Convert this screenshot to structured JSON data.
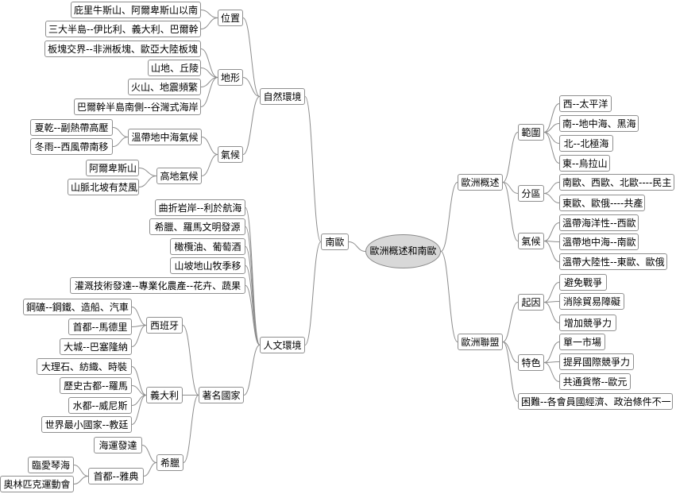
{
  "root": "歐洲概述和南歐",
  "left": [
    {
      "id": "nanou",
      "text": "南歐",
      "children": [
        {
          "id": "ziran",
          "text": "自然環境",
          "children": [
            {
              "id": "weizhi",
              "text": "位置",
              "children": [
                {
                  "id": "wz1",
                  "text": "庇里牛斯山、阿爾卑斯山以南"
                },
                {
                  "id": "wz2",
                  "text": "三大半島--伊比利、義大利、巴爾幹"
                }
              ]
            },
            {
              "id": "dixing",
              "text": "地形",
              "children": [
                {
                  "id": "dx1",
                  "text": "板塊交界--非洲板塊、歐亞大陸板塊"
                },
                {
                  "id": "dx2",
                  "text": "山地、丘陵"
                },
                {
                  "id": "dx3",
                  "text": "火山、地震頻繁"
                },
                {
                  "id": "dx4",
                  "text": "巴爾幹半島南側--谷灣式海岸"
                }
              ]
            },
            {
              "id": "qihou",
              "text": "氣候",
              "children": [
                {
                  "id": "wendai",
                  "text": "溫帶地中海氣候",
                  "children": [
                    {
                      "id": "wd1",
                      "text": "夏乾--副熱帶高壓"
                    },
                    {
                      "id": "wd2",
                      "text": "冬雨--西風帶南移"
                    }
                  ]
                },
                {
                  "id": "gaodi",
                  "text": "高地氣候",
                  "children": [
                    {
                      "id": "gd1",
                      "text": "阿爾卑斯山"
                    },
                    {
                      "id": "gd2",
                      "text": "山脈北坡有焚風"
                    }
                  ]
                }
              ]
            }
          ]
        },
        {
          "id": "renwen",
          "text": "人文環境",
          "children": [
            {
              "id": "rw1",
              "text": "曲折岩岸--利於航海"
            },
            {
              "id": "rw2",
              "text": "希臘、羅馬文明發源"
            },
            {
              "id": "rw3",
              "text": "橄欖油、葡萄酒"
            },
            {
              "id": "rw4",
              "text": "山坡地山牧季移"
            },
            {
              "id": "rw5",
              "text": "灌溉技術發達--專業化農產--花卉、蔬果"
            },
            {
              "id": "zhuming",
              "text": "著名國家",
              "children": [
                {
                  "id": "spain",
                  "text": "西班牙",
                  "children": [
                    {
                      "id": "sp1",
                      "text": "鋼礦--鋼鐵、造船、汽車"
                    },
                    {
                      "id": "sp2",
                      "text": "首都--馬德里"
                    },
                    {
                      "id": "sp3",
                      "text": "大城--巴塞隆納"
                    }
                  ]
                },
                {
                  "id": "italy",
                  "text": "義大利",
                  "children": [
                    {
                      "id": "it1",
                      "text": "大理石、紡織、時裝"
                    },
                    {
                      "id": "it2",
                      "text": "歷史古都--羅馬"
                    },
                    {
                      "id": "it3",
                      "text": "水都--威尼斯"
                    },
                    {
                      "id": "it4",
                      "text": "世界最小國家--教廷"
                    }
                  ]
                },
                {
                  "id": "greece",
                  "text": "希臘",
                  "children": [
                    {
                      "id": "gr1",
                      "text": "海運發達"
                    },
                    {
                      "id": "athens",
                      "text": "首都--雅典",
                      "children": [
                        {
                          "id": "at1",
                          "text": "臨愛琴海"
                        },
                        {
                          "id": "at2",
                          "text": "奧林匹克運動會"
                        }
                      ]
                    }
                  ]
                }
              ]
            }
          ]
        }
      ]
    }
  ],
  "right": [
    {
      "id": "gaishu",
      "text": "歐洲概述",
      "children": [
        {
          "id": "fanwei",
          "text": "範圍",
          "children": [
            {
              "id": "fw1",
              "text": "西--太平洋"
            },
            {
              "id": "fw2",
              "text": "南--地中海、黑海"
            },
            {
              "id": "fw3",
              "text": "北--北極海"
            },
            {
              "id": "fw4",
              "text": "東--烏拉山"
            }
          ]
        },
        {
          "id": "fenqu",
          "text": "分區",
          "children": [
            {
              "id": "fq1",
              "text": "南歐、西歐、北歐----民主"
            },
            {
              "id": "fq2",
              "text": "東歐、歐俄----共產"
            }
          ]
        },
        {
          "id": "rqihou",
          "text": "氣候",
          "children": [
            {
              "id": "qh1",
              "text": "溫帶海洋性--西歐"
            },
            {
              "id": "qh2",
              "text": "溫帶地中海--南歐"
            },
            {
              "id": "qh3",
              "text": "溫帶大陸性--東歐、歐俄"
            }
          ]
        }
      ]
    },
    {
      "id": "lianmeng",
      "text": "歐洲聯盟",
      "children": [
        {
          "id": "qiyin",
          "text": "起因",
          "children": [
            {
              "id": "qy1",
              "text": "避免戰爭"
            },
            {
              "id": "qy2",
              "text": "消除貿易障礙"
            },
            {
              "id": "qy3",
              "text": "增加競爭力"
            }
          ]
        },
        {
          "id": "tese",
          "text": "特色",
          "children": [
            {
              "id": "ts1",
              "text": "單一市場"
            },
            {
              "id": "ts2",
              "text": "提昇國際競爭力"
            },
            {
              "id": "ts3",
              "text": "共通貨幣--歐元"
            }
          ]
        },
        {
          "id": "kunnan",
          "text": "困難--各會員國經濟、政治條件不一"
        }
      ]
    }
  ]
}
